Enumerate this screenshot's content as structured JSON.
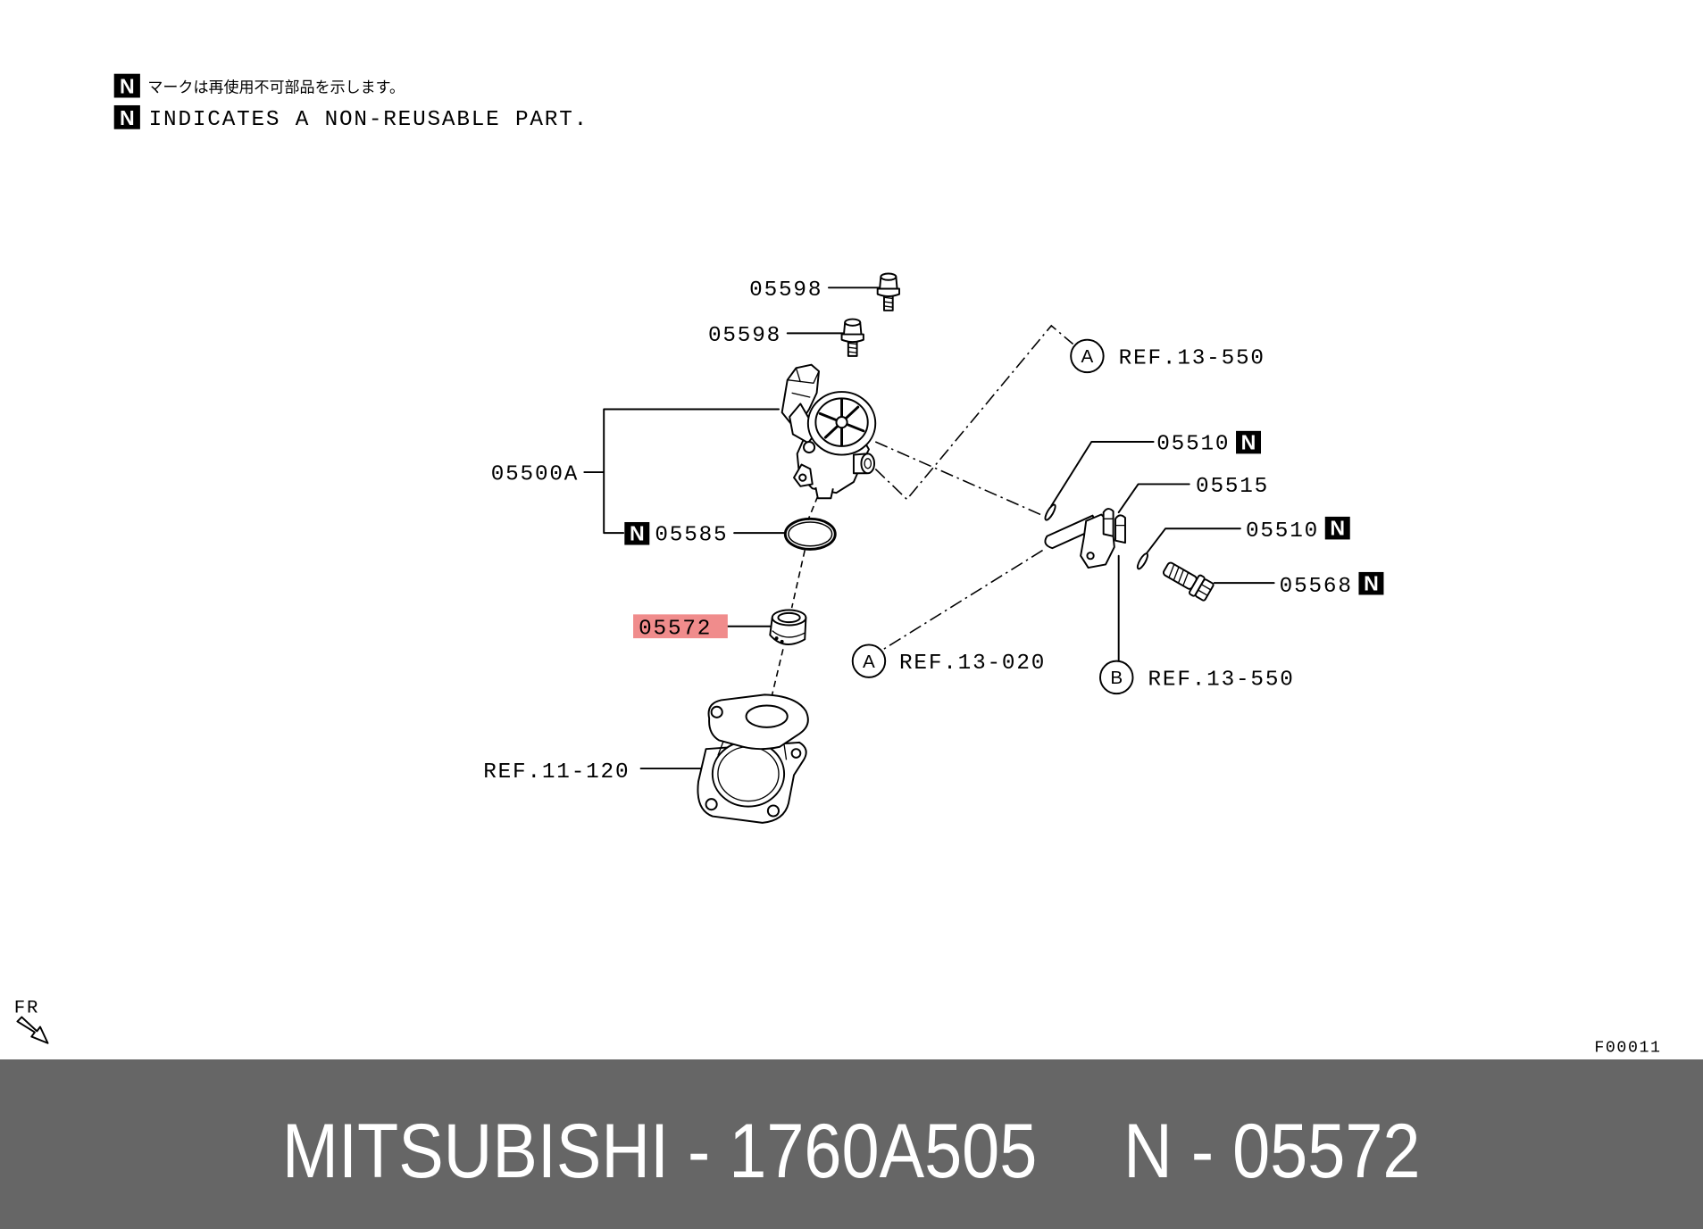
{
  "notes": {
    "marker": "N",
    "japanese": "マークは再使用不可部品を示します。",
    "english": "INDICATES A NON-REUSABLE PART."
  },
  "non_reusable_marker": "N",
  "callouts": {
    "bolt_upper": "05598",
    "bolt_lower": "05598",
    "pump_assembly": "05500A",
    "pump_o_ring": "05585",
    "selected_part": "05572",
    "pipe_o_ring_upper": "05510",
    "fuel_pipe": "05515",
    "pipe_o_ring_lower": "05510",
    "union_bolt": "05568",
    "housing_ref": "REF.11-120"
  },
  "references": {
    "upper": {
      "marker": "A",
      "label": "REF.13-550"
    },
    "lower": {
      "marker": "A",
      "label": "REF.13-020"
    },
    "right": {
      "marker": "B",
      "label": "REF.13-550"
    }
  },
  "direction_label": "FR",
  "figure_code": "F00011",
  "footer": {
    "part_number": "MITSUBISHI - 1760A505",
    "item_code": "N - 05572"
  },
  "icons": {
    "front_direction": "arrow-down-right-icon"
  },
  "colors": {
    "highlight": "#f08c8c",
    "footer_background": "#666666",
    "footer_text": "#ffffff"
  }
}
